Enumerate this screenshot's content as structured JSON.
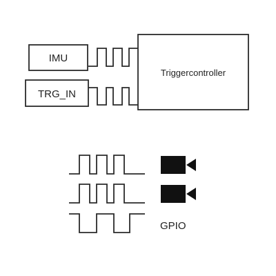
{
  "top_diagram": {
    "imu_label": "IMU",
    "trg_in_label": "TRG_IN",
    "controller_label": "Triggercontroller"
  },
  "bottom_diagram": {
    "gpio_label": "GPIO",
    "camera_icon": "video-camera-icon"
  },
  "colors": {
    "stroke": "#2a2a2a",
    "camera": "#111111",
    "background": "#ffffff"
  }
}
